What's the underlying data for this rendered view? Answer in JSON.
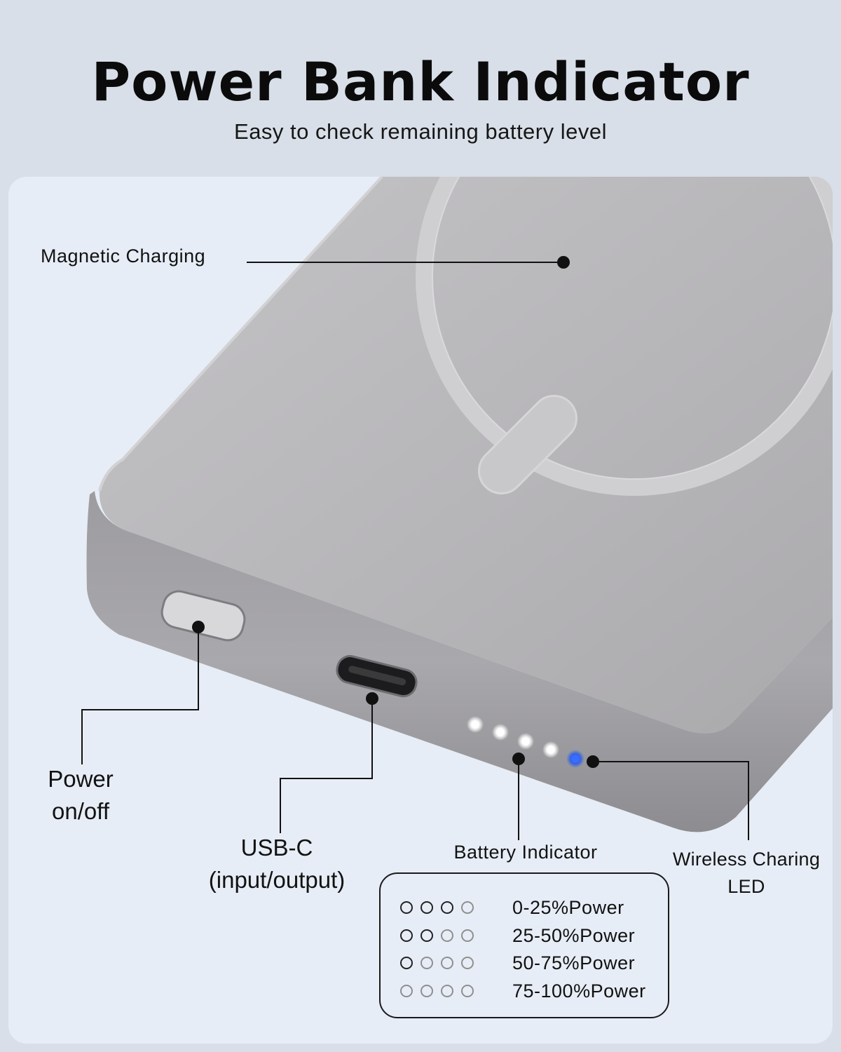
{
  "header": {
    "title": "Power Bank Indicator",
    "subtitle": "Easy to check remaining battery level"
  },
  "callouts": {
    "magnetic_charging": "Magnetic Charging",
    "power_line1": "Power",
    "power_line2": "on/off",
    "usbc_line1": "USB-C",
    "usbc_line2": "(input/output)",
    "battery_indicator": "Battery Indicator",
    "wireless_line1": "Wireless Charing",
    "wireless_line2": "LED"
  },
  "legend": {
    "rows": [
      {
        "label": "0-25%Power",
        "lit": 1
      },
      {
        "label": "25-50%Power",
        "lit": 2
      },
      {
        "label": "50-75%Power",
        "lit": 3
      },
      {
        "label": "75-100%Power",
        "lit": 4
      }
    ]
  },
  "device": {
    "battery_leds_lit": 4,
    "wireless_led_color": "#2b6bff",
    "body_color": "#b9b9bb"
  }
}
